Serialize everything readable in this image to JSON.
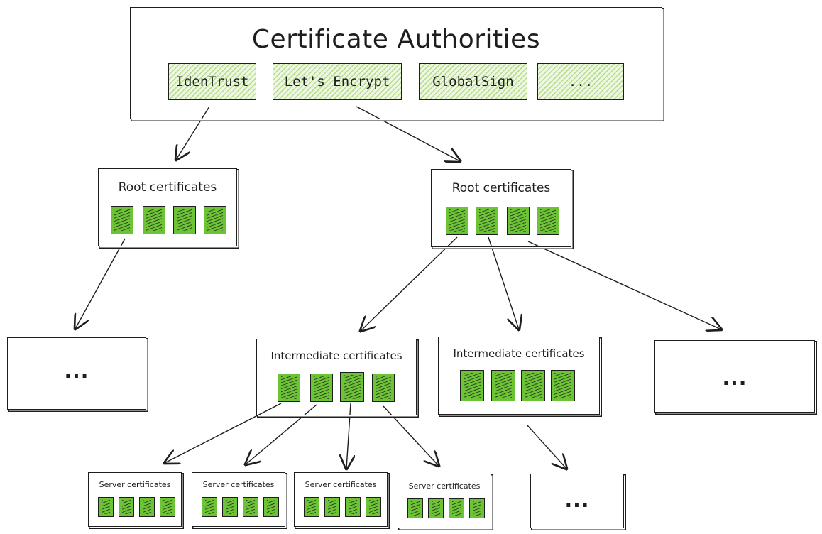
{
  "ca": {
    "title": "Certificate Authorities",
    "items": [
      "IdenTrust",
      "Let's Encrypt",
      "GlobalSign",
      "..."
    ]
  },
  "root_label": "Root certificates",
  "intermediate_label": "Intermediate certificates",
  "server_label": "Server certificates",
  "ellipsis": "...",
  "colors": {
    "cert_fill": "#6cc435",
    "hatch_fill": "#b7dd8c",
    "stroke": "#1e1e1e"
  }
}
